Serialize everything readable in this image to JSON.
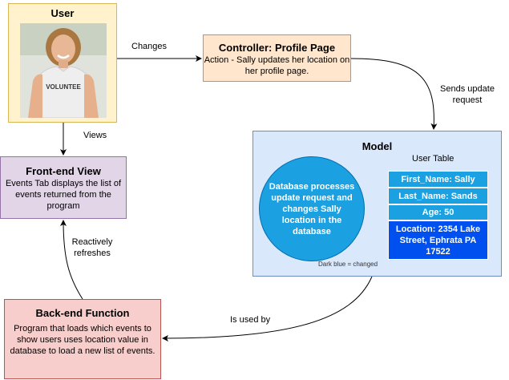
{
  "user": {
    "title": "User",
    "shirt_text": "VOLUNTEE"
  },
  "controller": {
    "title": "Controller: Profile Page",
    "description": "Action - Sally updates her location on her profile page."
  },
  "frontend": {
    "title": "Front-end View",
    "description": "Events Tab displays the list of events returned from the program"
  },
  "model": {
    "title": "Model",
    "table_label": "User Table",
    "database_text": "Database processes update request and changes Sally location in the database",
    "legend_note": "Dark blue = changed",
    "rows": [
      {
        "text": "First_Name: Sally",
        "changed": false
      },
      {
        "text": "Last_Name: Sands",
        "changed": false
      },
      {
        "text": "Age: 50",
        "changed": false
      },
      {
        "text": "Location: 2354 Lake Street, Ephrata PA 17522",
        "changed": true
      }
    ]
  },
  "backend": {
    "title": "Back-end Function",
    "description": "Program that loads which events to show users uses location value in database to load a new list of events."
  },
  "edges": {
    "changes": "Changes",
    "sends_update": "Sends update request",
    "views": "Views",
    "reactively_refreshes": "Reactively refreshes",
    "is_used_by": "Is used by"
  },
  "colors": {
    "user_fill": "#fff2cc",
    "controller_fill": "#ffe6cc",
    "frontend_fill": "#e1d5e7",
    "model_fill": "#dae8fc",
    "database_fill": "#1ba1e2",
    "changed_fill": "#0050ef",
    "backend_fill": "#f8cecc"
  }
}
